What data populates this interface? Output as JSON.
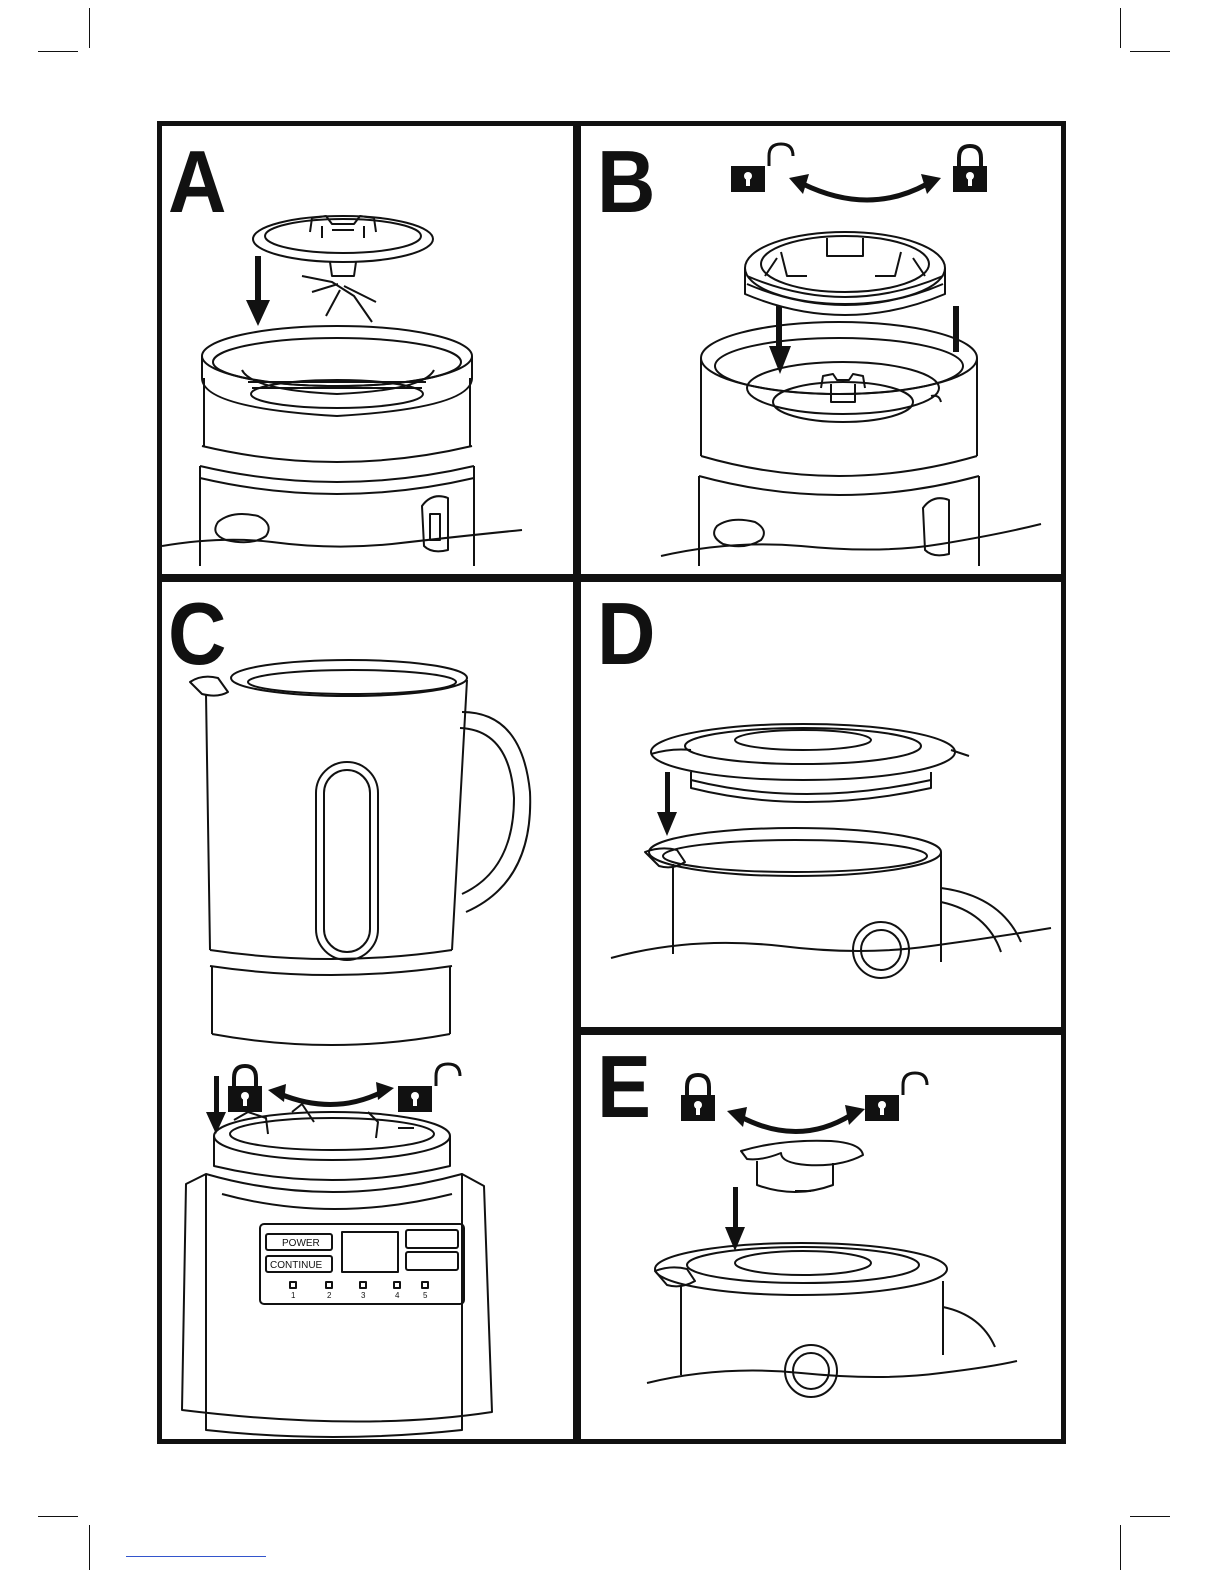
{
  "panels": {
    "a": {
      "letter": "A"
    },
    "b": {
      "letter": "B"
    },
    "c": {
      "letter": "C",
      "control_panel": {
        "power_label": "POWER",
        "continue_label": "CONTINUE",
        "speed_numbers": [
          "1",
          "2",
          "3",
          "4",
          "5"
        ]
      }
    },
    "d": {
      "letter": "D"
    },
    "e": {
      "letter": "E"
    }
  },
  "icons": [
    "lock-open-icon",
    "lock-closed-icon",
    "curved-double-arrow-icon",
    "down-arrow-icon"
  ],
  "colors": {
    "line": "#111111",
    "background": "#ffffff",
    "link_underline": "#3355cc"
  }
}
